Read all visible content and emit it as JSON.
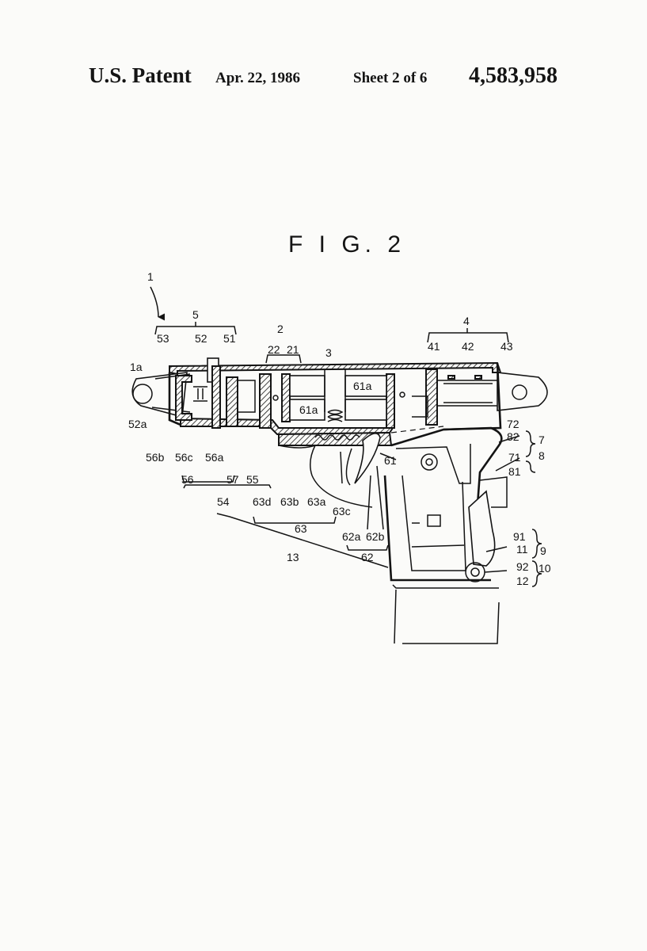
{
  "header": {
    "patent_label": "U.S. Patent",
    "date": "Apr. 22, 1986",
    "sheet": "Sheet 2 of 6",
    "patent_number": "4,583,958"
  },
  "figure": {
    "title": "F I G. 2",
    "labels": {
      "l_1": "1",
      "l_1a": "1a",
      "l_2": "2",
      "l_3": "3",
      "l_4": "4",
      "l_5": "5",
      "l_7": "7",
      "l_8": "8",
      "l_9": "9",
      "l_10": "10",
      "l_11": "11",
      "l_12": "12",
      "l_13": "13",
      "l_21": "21",
      "l_22": "22",
      "l_41": "41",
      "l_42": "42",
      "l_43": "43",
      "l_51": "51",
      "l_52": "52",
      "l_52a": "52a",
      "l_53": "53",
      "l_54": "54",
      "l_55": "55",
      "l_56": "56",
      "l_56a": "56a",
      "l_56b": "56b",
      "l_56c": "56c",
      "l_57": "57",
      "l_61": "61",
      "l_61a_top": "61a",
      "l_61a_low": "61a",
      "l_62": "62",
      "l_62a": "62a",
      "l_62b": "62b",
      "l_63": "63",
      "l_63a": "63a",
      "l_63b": "63b",
      "l_63c": "63c",
      "l_63d": "63d",
      "l_71": "71",
      "l_72": "72",
      "l_81": "81",
      "l_82": "82",
      "l_91": "91",
      "l_92": "92"
    }
  }
}
